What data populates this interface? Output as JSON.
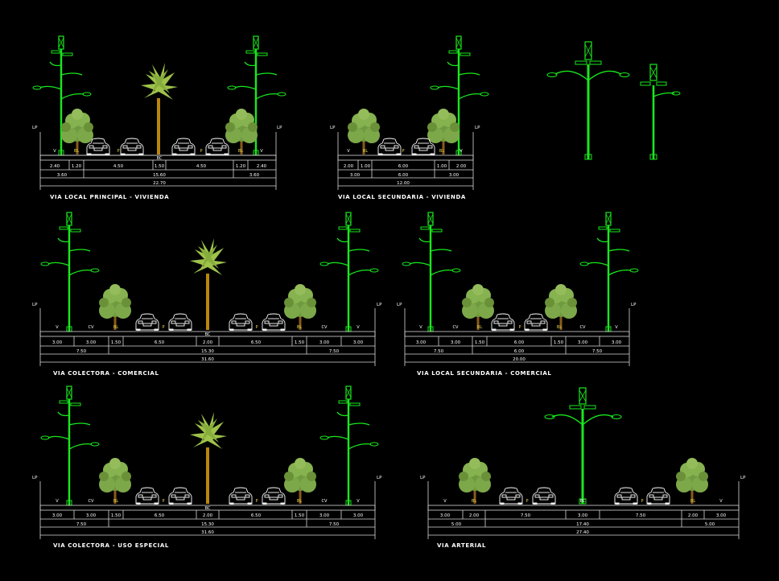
{
  "sections": [
    {
      "title": "VIA LOCAL PRINCIPAL - VIVIENDA",
      "zone_labels": [
        "V",
        "BL",
        "P",
        "BC",
        "P",
        "BL",
        "V"
      ],
      "dims_row1": [
        "2.40",
        "1.20",
        "4.50",
        "1.50",
        "4.50",
        "1.20",
        "2.40"
      ],
      "dims_row2": [
        "3.60",
        "15.60",
        "3.60"
      ],
      "dims_row3": [
        "22.70"
      ],
      "limit_label": "LP"
    },
    {
      "title": "VIA LOCAL SECUNDARIA - VIVIENDA",
      "zone_labels": [
        "V",
        "BL",
        "P",
        "BL",
        "V"
      ],
      "dims_row1": [
        "2.00",
        "1.00",
        "6.00",
        "1.00",
        "2.00"
      ],
      "dims_row2": [
        "3.00",
        "6.00",
        "3.00"
      ],
      "dims_row3": [
        "12.00"
      ],
      "limit_label": "LP"
    },
    {
      "title": "VIA COLECTORA  - COMERCIAL",
      "zone_labels": [
        "V",
        "CV",
        "BL",
        "P",
        "BC",
        "P",
        "BL",
        "CV",
        "V"
      ],
      "dims_row1": [
        "3.00",
        "3.00",
        "1.50",
        "6.50",
        "2.00",
        "6.50",
        "1.50",
        "3.00",
        "3.00"
      ],
      "dims_row2": [
        "7.50",
        "15.30",
        "7.50"
      ],
      "dims_row3": [
        "31.60"
      ],
      "limit_label": "LP"
    },
    {
      "title": "VIA LOCAL SECUNDARIA - COMERCIAL",
      "zone_labels": [
        "V",
        "CV",
        "BL",
        "P",
        "BL",
        "CV",
        "V"
      ],
      "dims_row1": [
        "3.00",
        "3.00",
        "1.50",
        "6.00",
        "1.50",
        "3.00",
        "3.00"
      ],
      "dims_row2": [
        "7.50",
        "6.00",
        "7.50"
      ],
      "dims_row3": [
        "20.00"
      ],
      "limit_label": "LP"
    },
    {
      "title": "VIA COLECTORA - USO ESPECIAL",
      "zone_labels": [
        "V",
        "CV",
        "BL",
        "P",
        "BC",
        "P",
        "BL",
        "CV",
        "V"
      ],
      "dims_row1": [
        "3.00",
        "3.00",
        "1.50",
        "6.50",
        "2.00",
        "6.50",
        "1.50",
        "3.00",
        "3.00"
      ],
      "dims_row2": [
        "7.50",
        "15.30",
        "7.50"
      ],
      "dims_row3": [
        "31.60"
      ],
      "limit_label": "LP"
    },
    {
      "title": "VIA ARTERIAL",
      "zone_labels": [
        "V",
        "BL",
        "P",
        "BC",
        "P",
        "BL",
        "V"
      ],
      "dims_row1": [
        "3.00",
        "2.00",
        "7.50",
        "3.00",
        "7.50",
        "2.00",
        "3.00"
      ],
      "dims_row2": [
        "5.00",
        "17.40",
        "5.00"
      ],
      "dims_row3": [
        "27.40"
      ],
      "limit_label": "LP"
    }
  ],
  "colors": {
    "background": "#000000",
    "pole": "#19e81c",
    "tree_canopy": "#7da84a",
    "tree_trunk": "#8a5a1a",
    "palm_fronds": "#9ec24a",
    "palm_trunk": "#b8860b",
    "lines": "#d8d8d8",
    "text": "#ffffff"
  },
  "icons": [
    "street-lamp-icon",
    "tree-icon",
    "palm-tree-icon",
    "car-icon"
  ]
}
